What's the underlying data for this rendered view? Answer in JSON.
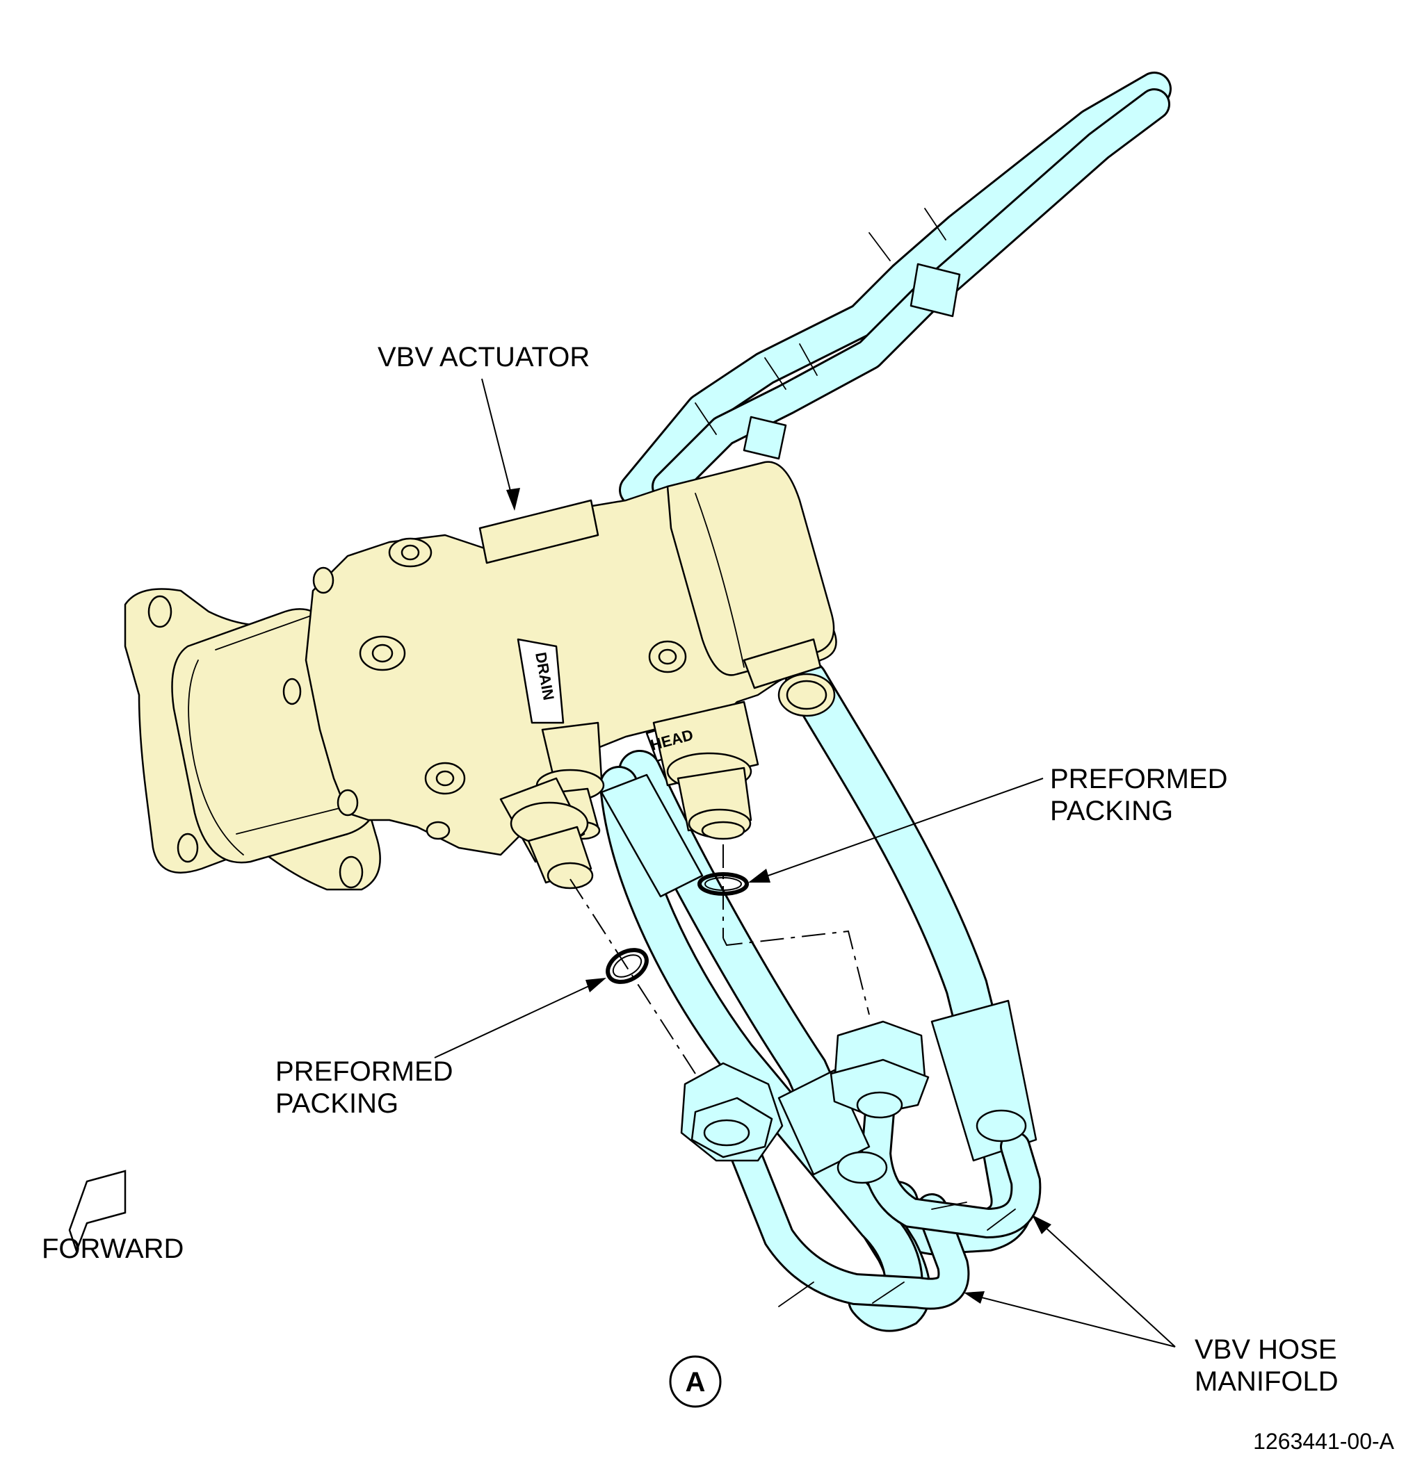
{
  "colors": {
    "actuator_fill": "#F7F2C4",
    "hose_fill": "#CCFFFF",
    "line": "#000000",
    "background": "#FFFFFF"
  },
  "callouts": {
    "vbv_actuator": "VBV ACTUATOR",
    "preformed_packing_upper_line1": "PREFORMED",
    "preformed_packing_upper_line2": "PACKING",
    "preformed_packing_lower_line1": "PREFORMED",
    "preformed_packing_lower_line2": "PACKING",
    "vbv_hose_manifold_line1": "VBV HOSE",
    "vbv_hose_manifold_line2": "MANIFOLD"
  },
  "port_labels": {
    "drain": "DRAIN",
    "head": "HEAD"
  },
  "direction": {
    "label": "FORWARD",
    "icon": "forward-arrow-icon"
  },
  "detail_marker": {
    "letter": "A"
  },
  "figure_number": "1263441-00-A"
}
